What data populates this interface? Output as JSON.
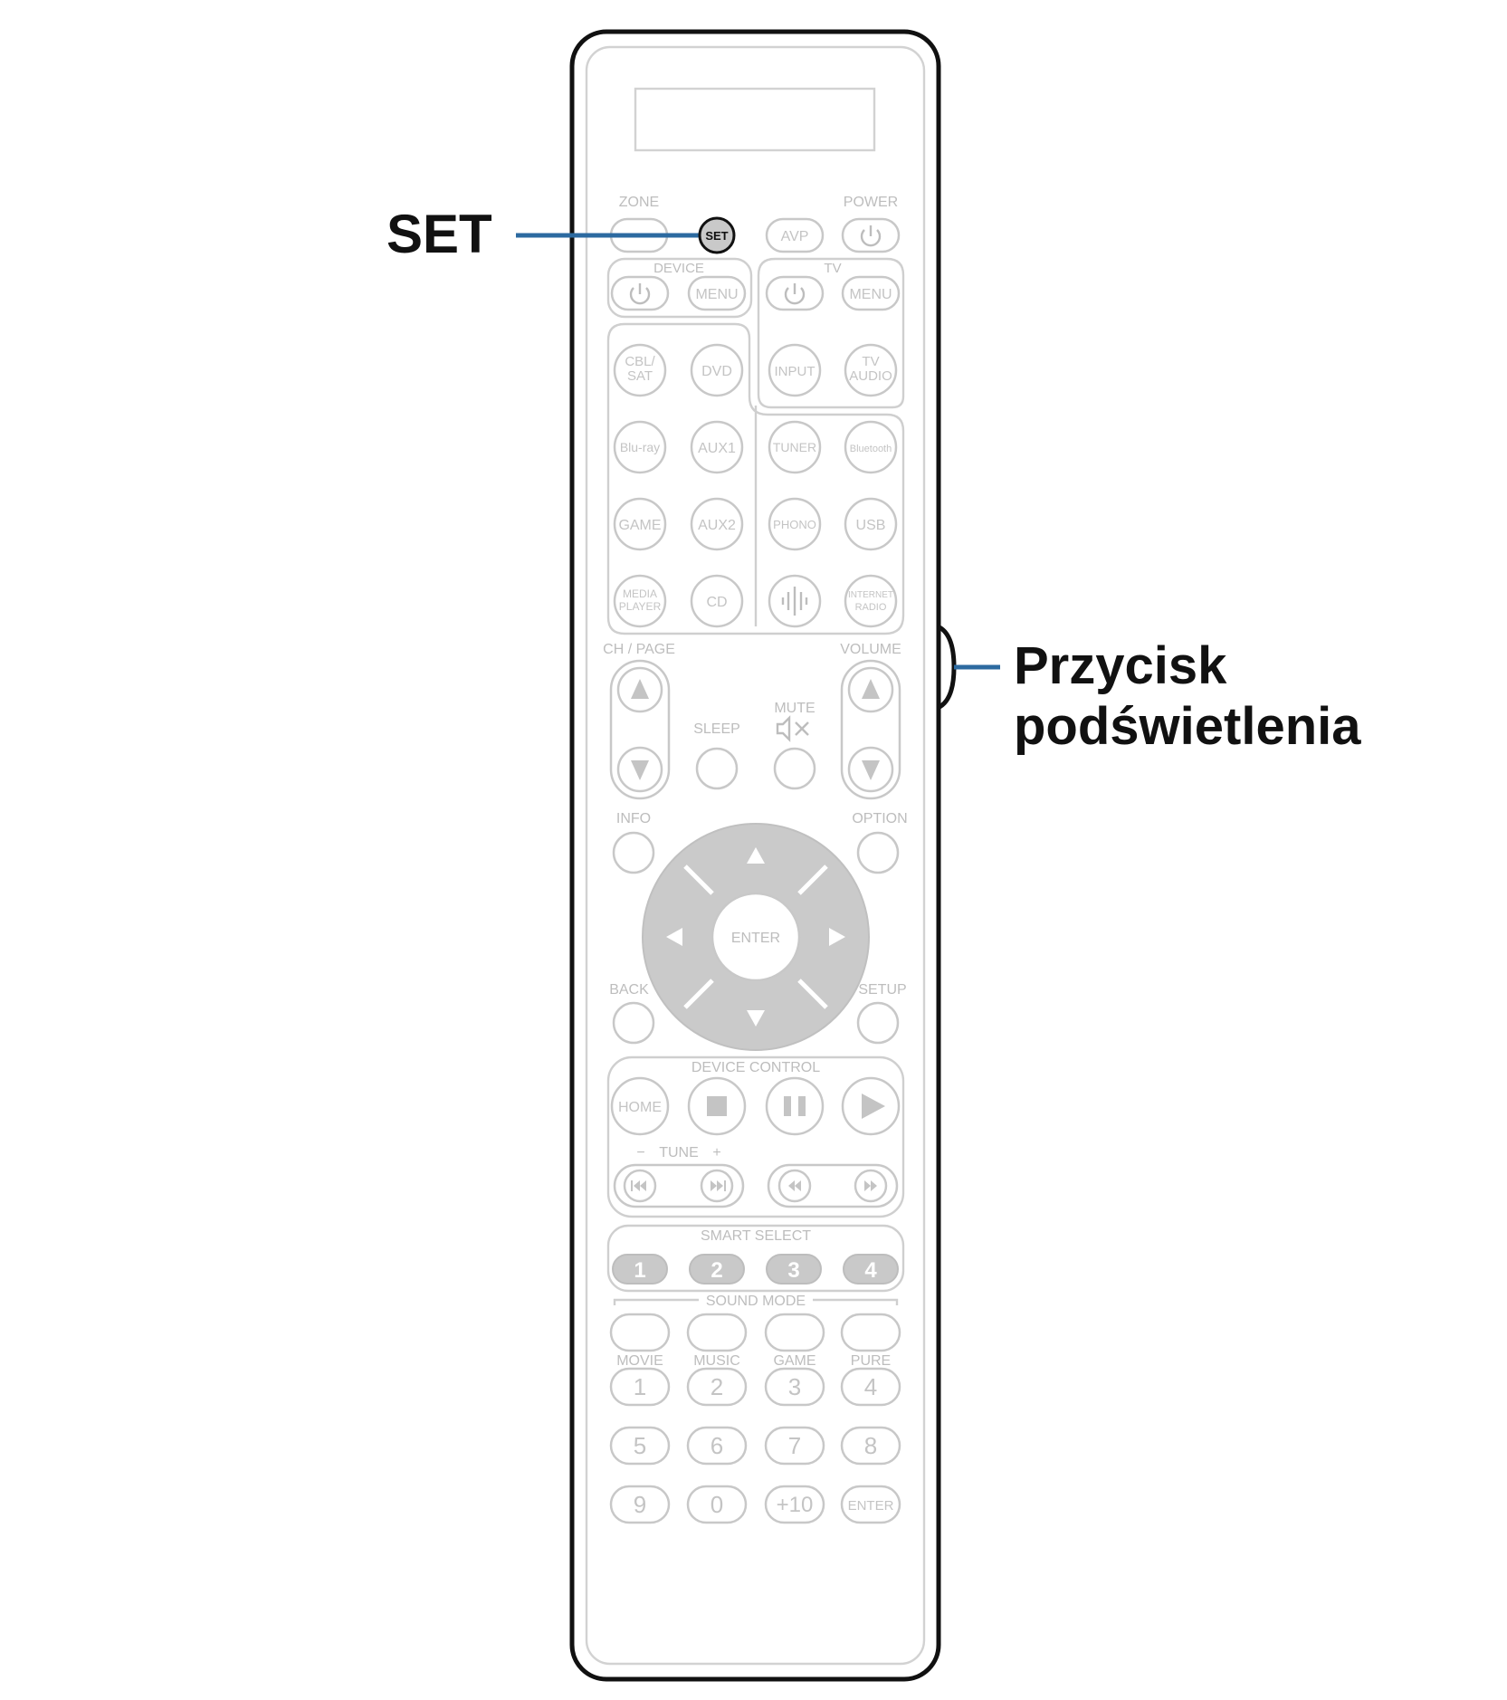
{
  "callouts": {
    "set": "SET",
    "backlight_line1": "Przycisk",
    "backlight_line2": "podświetlenia",
    "line_color": "#2c6aa0"
  },
  "remote": {
    "zone_label": "ZONE",
    "power_label": "POWER",
    "set_button": "SET",
    "avp_button": "AVP",
    "device_label": "DEVICE",
    "tv_label": "TV",
    "menu_button": "MENU",
    "input_button": "INPUT",
    "sources": [
      {
        "l1": "CBL/",
        "l2": "SAT"
      },
      {
        "l1": "DVD"
      },
      {
        "l1": "TV",
        "l2": "AUDIO"
      },
      {
        "l1": "Blu-ray"
      },
      {
        "l1": "AUX1"
      },
      {
        "l1": "TUNER"
      },
      {
        "l1": "Bluetooth"
      },
      {
        "l1": "GAME"
      },
      {
        "l1": "AUX2"
      },
      {
        "l1": "PHONO"
      },
      {
        "l1": "USB"
      },
      {
        "l1": "MEDIA",
        "l2": "PLAYER"
      },
      {
        "l1": "CD"
      },
      {
        "l1": "INTERNET",
        "l2": "RADIO"
      }
    ],
    "ch_page_label": "CH / PAGE",
    "volume_label": "VOLUME",
    "sleep_label": "SLEEP",
    "mute_label": "MUTE",
    "info_label": "INFO",
    "option_label": "OPTION",
    "enter_label": "ENTER",
    "back_label": "BACK",
    "setup_label": "SETUP",
    "device_control_label": "DEVICE CONTROL",
    "home_button": "HOME",
    "tune_minus": "−",
    "tune_label": "TUNE",
    "tune_plus": "+",
    "smart_select_label": "SMART SELECT",
    "smart_select": [
      "1",
      "2",
      "3",
      "4"
    ],
    "sound_mode_label": "SOUND MODE",
    "sound_modes": [
      "MOVIE",
      "MUSIC",
      "GAME",
      "PURE"
    ],
    "number_keys": [
      "1",
      "2",
      "3",
      "4",
      "5",
      "6",
      "7",
      "8",
      "9",
      "0",
      "+10",
      "ENTER"
    ]
  }
}
